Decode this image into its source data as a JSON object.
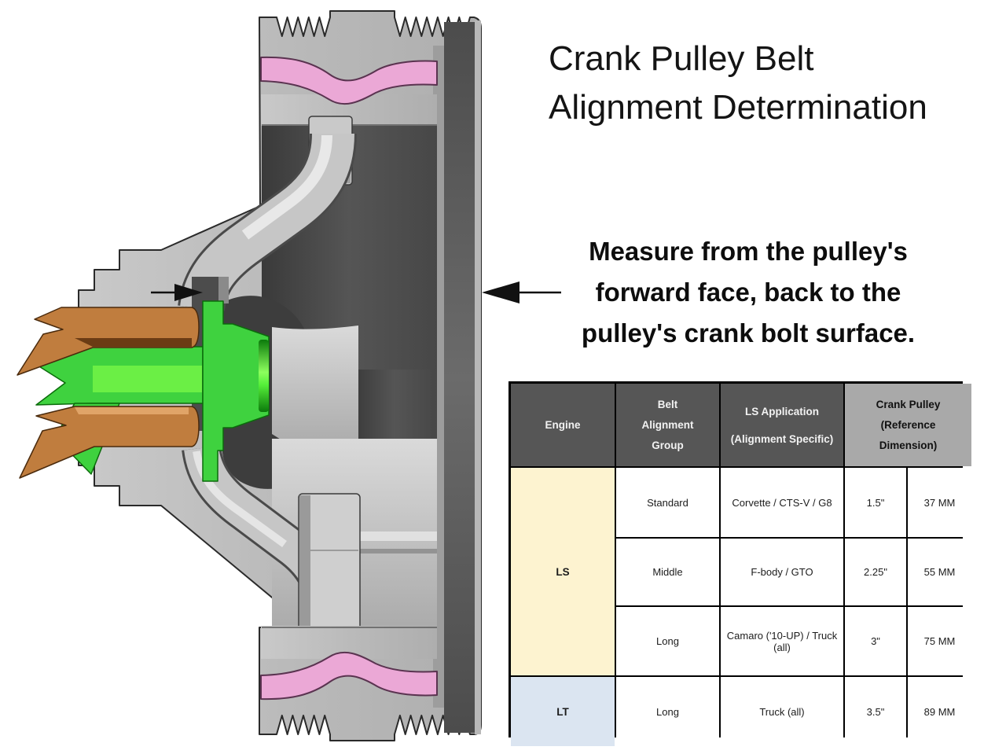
{
  "title": {
    "line1": "Crank Pulley Belt",
    "line2": "Alignment Determination"
  },
  "annotation": {
    "line1": "Measure from the pulley's",
    "line2": "forward face, back to the",
    "line3": "pulley's crank bolt surface."
  },
  "table": {
    "headers": {
      "engine": "Engine",
      "belt_alignment_group": "Belt Alignment Group",
      "ls_application_line1": "LS Application",
      "ls_application_line2": "(Alignment Specific)",
      "crank_pulley": "Crank Pulley (Reference Dimension)"
    },
    "engine_groups": [
      {
        "label": "LS",
        "color": "#fdf3d0"
      },
      {
        "label": "LT",
        "color": "#dbe5f1"
      }
    ],
    "rows": [
      {
        "group": "Standard",
        "application": "Corvette / CTS-V / G8",
        "inches": "1.5\"",
        "mm": "37 MM"
      },
      {
        "group": "Middle",
        "application": "F-body / GTO",
        "inches": "2.25\"",
        "mm": "55 MM"
      },
      {
        "group": "Long",
        "application": "Camaro ('10-UP) / Truck (all)",
        "inches": "3\"",
        "mm": "75 MM"
      },
      {
        "group": "Long",
        "application": "Truck (all)",
        "inches": "3.5\"",
        "mm": "89 MM"
      }
    ],
    "colors": {
      "header_dark": "#565656",
      "header_light": "#a9a9a9",
      "ls_row": "#fdf3d0",
      "lt_row": "#dbe5f1",
      "border": "#000000"
    }
  },
  "diagram": {
    "description": "Cross-section CAD view of crank pulley with crank bolt (green), keys (copper) and damper ring (pink)",
    "colors": {
      "rim_gray": "#bdbdbd",
      "interior_dark": "#434343",
      "damper_pink": "#eba8d6",
      "bolt_green": "#3fd23f",
      "key_copper": "#c07d3e",
      "arrow_black": "#111111"
    }
  }
}
